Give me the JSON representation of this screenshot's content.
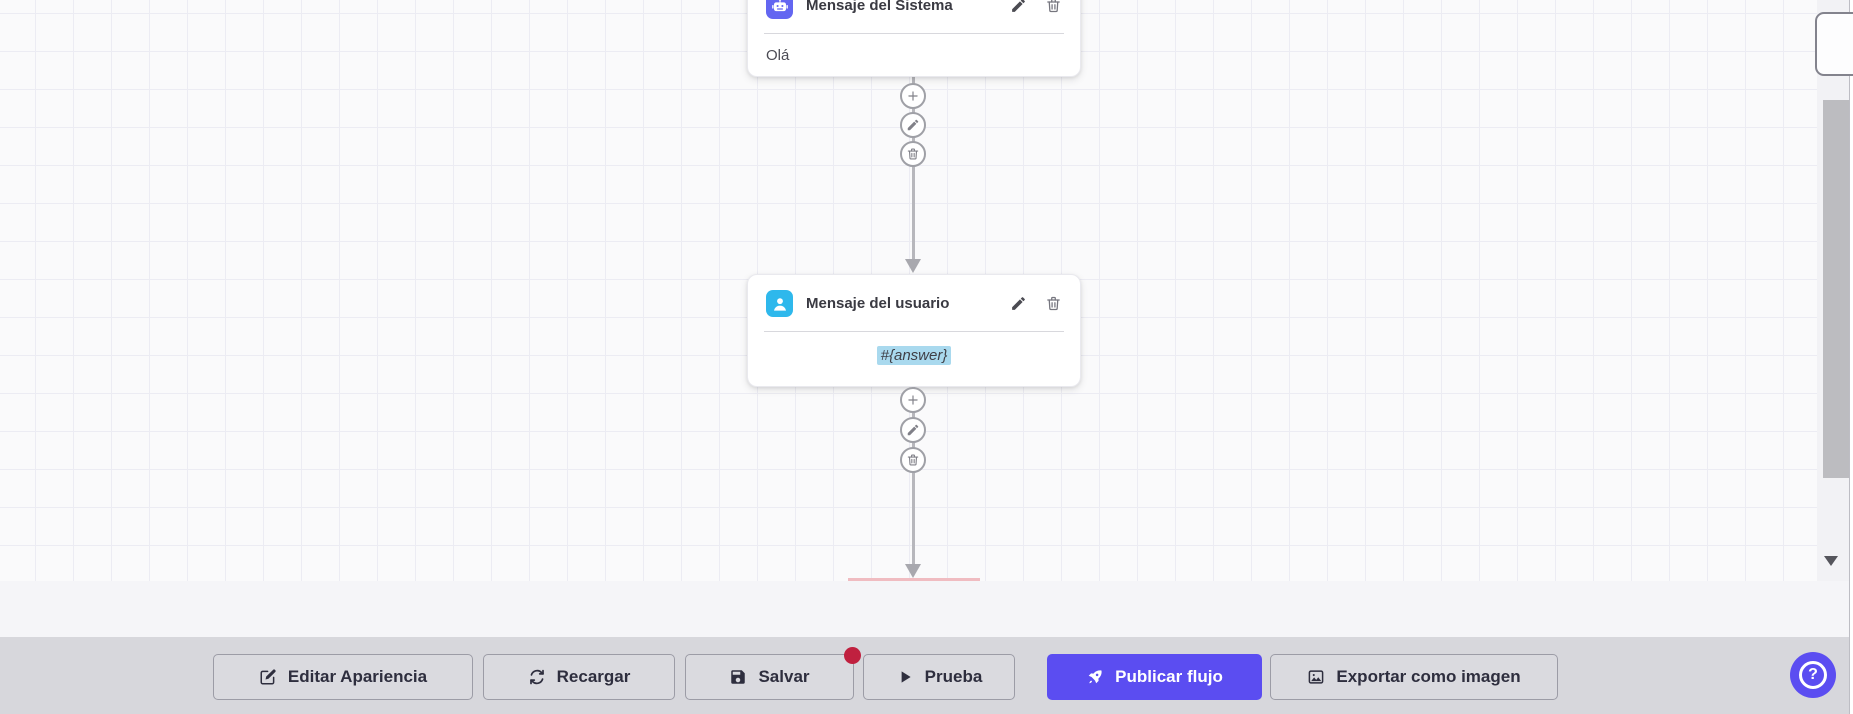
{
  "canvas": {
    "nodes": [
      {
        "id": "system-message",
        "title": "Mensaje del Sistema",
        "content": "Olá",
        "icon": "robot-icon",
        "icon_bg": "#6366f1"
      },
      {
        "id": "user-message",
        "title": "Mensaje del usuario",
        "content": "#{answer}",
        "icon": "user-icon",
        "icon_bg": "#2eb8ec",
        "content_highlighted": true
      }
    ],
    "node_action_icons": [
      "plus-icon",
      "pencil-icon",
      "trash-icon"
    ],
    "header_action_icons": [
      "pencil-icon",
      "trash-icon"
    ]
  },
  "toolbar": {
    "buttons": [
      {
        "label": "Editar Apariencia",
        "icon": "edit-square-icon"
      },
      {
        "label": "Recargar",
        "icon": "refresh-icon"
      },
      {
        "label": "Salvar",
        "icon": "save-icon",
        "has_badge": true
      },
      {
        "label": "Prueba",
        "icon": "play-icon"
      },
      {
        "label": "Publicar flujo",
        "icon": "rocket-icon",
        "primary": true
      },
      {
        "label": "Exportar como imagen",
        "icon": "image-icon"
      }
    ]
  },
  "help": {
    "glyph": "?"
  },
  "colors": {
    "primary": "#5b4df1",
    "robot_icon_bg": "#6366f1",
    "user_icon_bg": "#2eb8ec",
    "badge_red": "#c0203f",
    "toolbar_bg": "#d7d7dc",
    "canvas_bg": "#fafafb",
    "grid_line": "#ececf3",
    "highlight_blue": "#a9d9ee",
    "connector_gray": "#b7b7bc"
  }
}
